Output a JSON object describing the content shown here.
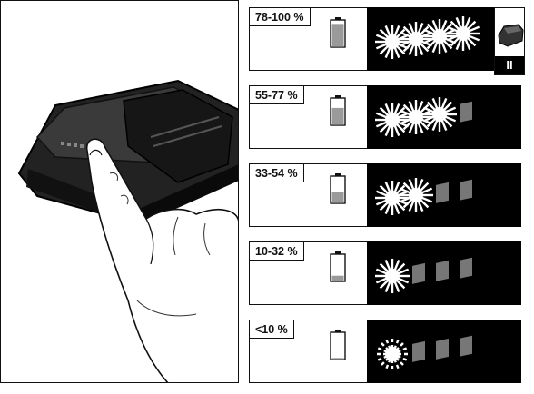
{
  "levels": [
    {
      "label": "78-100 %",
      "fill": 0.89,
      "bursts": 4,
      "squares": 0,
      "blink": false
    },
    {
      "label": "55-77 %",
      "fill": 0.66,
      "bursts": 3,
      "squares": 1,
      "blink": false
    },
    {
      "label": "33-54 %",
      "fill": 0.44,
      "bursts": 2,
      "squares": 2,
      "blink": false
    },
    {
      "label": "10-32 %",
      "fill": 0.21,
      "bursts": 1,
      "squares": 3,
      "blink": false
    },
    {
      "label": "<10 %",
      "fill": 0.05,
      "bursts": 1,
      "squares": 3,
      "blink": true
    }
  ],
  "side_icon": {
    "badge": "II"
  },
  "colors": {
    "battery_fill": "#9a9a9a",
    "panel": "#000000",
    "led_off": "#777777",
    "led_on": "#ffffff"
  }
}
